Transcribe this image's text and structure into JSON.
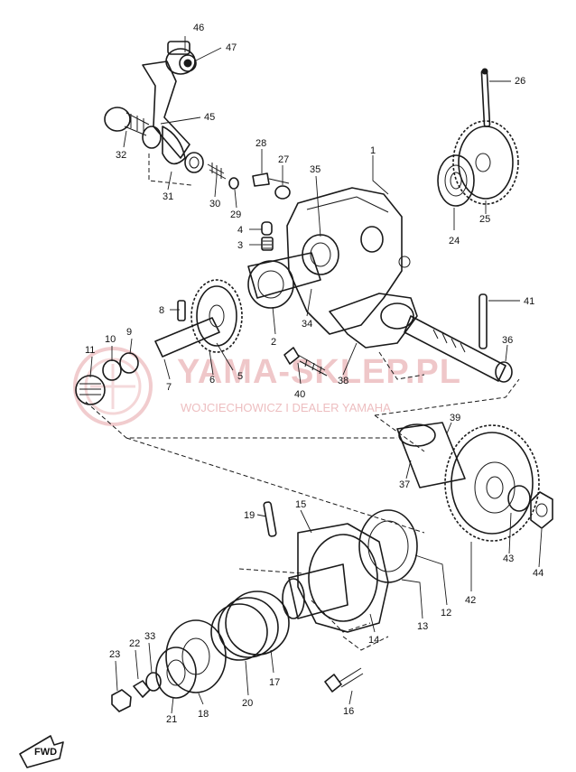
{
  "watermark": {
    "title": "YAMA-SKLEP.PL",
    "subtitle": "WOJCIECHOWICZ I DEALER YAMAHA",
    "color": "#e6a3a6"
  },
  "direction_badge": {
    "text": "FWD"
  },
  "callouts": [
    {
      "id": "1",
      "text": "1"
    },
    {
      "id": "2",
      "text": "2"
    },
    {
      "id": "3",
      "text": "3"
    },
    {
      "id": "4",
      "text": "4"
    },
    {
      "id": "5",
      "text": "5"
    },
    {
      "id": "6",
      "text": "6"
    },
    {
      "id": "7",
      "text": "7"
    },
    {
      "id": "8",
      "text": "8"
    },
    {
      "id": "9",
      "text": "9"
    },
    {
      "id": "10",
      "text": "10"
    },
    {
      "id": "11",
      "text": "11"
    },
    {
      "id": "12",
      "text": "12"
    },
    {
      "id": "13",
      "text": "13"
    },
    {
      "id": "14",
      "text": "14"
    },
    {
      "id": "15",
      "text": "15"
    },
    {
      "id": "16",
      "text": "16"
    },
    {
      "id": "17",
      "text": "17"
    },
    {
      "id": "18",
      "text": "18"
    },
    {
      "id": "19",
      "text": "19"
    },
    {
      "id": "20",
      "text": "20"
    },
    {
      "id": "21",
      "text": "21"
    },
    {
      "id": "22",
      "text": "22"
    },
    {
      "id": "23",
      "text": "23"
    },
    {
      "id": "24",
      "text": "24"
    },
    {
      "id": "25",
      "text": "25"
    },
    {
      "id": "26",
      "text": "26"
    },
    {
      "id": "27",
      "text": "27"
    },
    {
      "id": "28",
      "text": "28"
    },
    {
      "id": "29",
      "text": "29"
    },
    {
      "id": "30",
      "text": "30"
    },
    {
      "id": "31",
      "text": "31"
    },
    {
      "id": "32",
      "text": "32"
    },
    {
      "id": "33",
      "text": "33"
    },
    {
      "id": "34",
      "text": "34"
    },
    {
      "id": "35",
      "text": "35"
    },
    {
      "id": "36",
      "text": "36"
    },
    {
      "id": "37",
      "text": "37"
    },
    {
      "id": "38",
      "text": "38"
    },
    {
      "id": "39",
      "text": "39"
    },
    {
      "id": "40",
      "text": "40"
    },
    {
      "id": "41",
      "text": "41"
    },
    {
      "id": "42",
      "text": "42"
    },
    {
      "id": "43",
      "text": "43"
    },
    {
      "id": "44",
      "text": "44"
    },
    {
      "id": "45",
      "text": "45"
    },
    {
      "id": "46",
      "text": "46"
    },
    {
      "id": "47",
      "text": "47"
    }
  ]
}
